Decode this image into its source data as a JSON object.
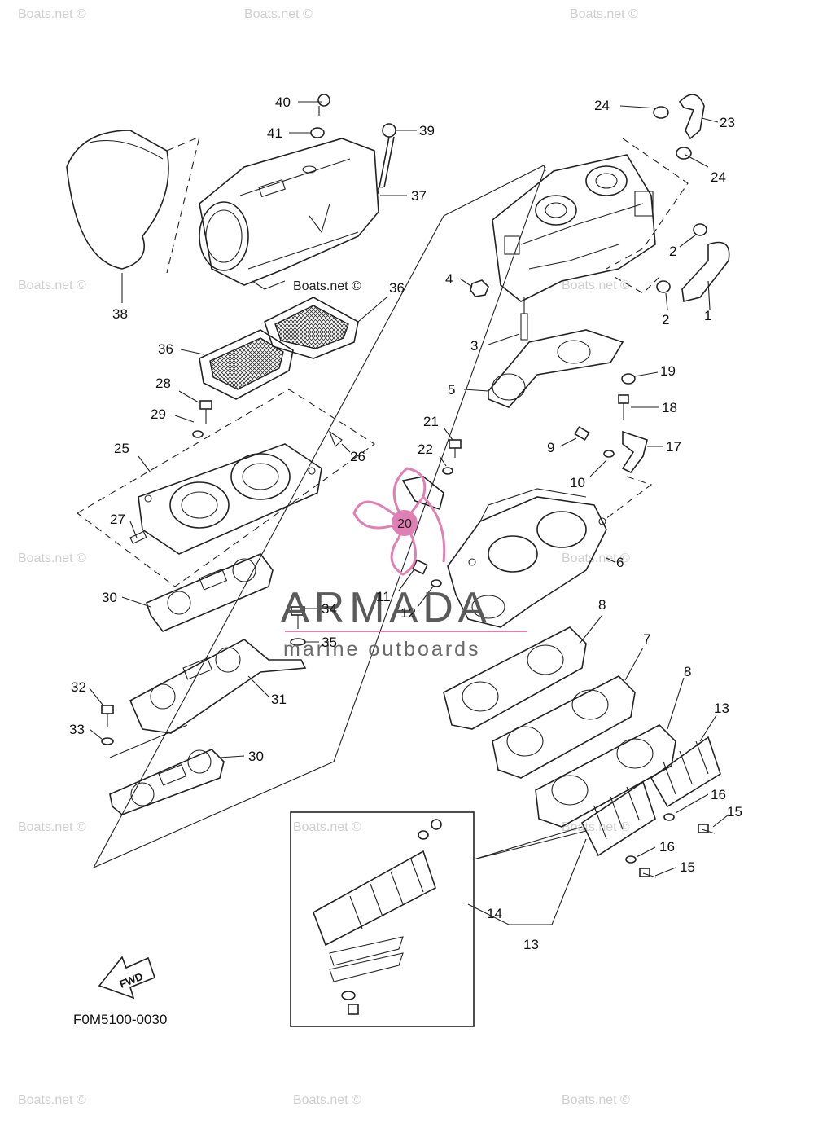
{
  "watermark": "Boats.net ©",
  "brand": {
    "name": "ARMADA",
    "tagline": "marine outboards",
    "badge_number": "20",
    "accent_color": "#e07fb3"
  },
  "diagram_code": "F0M5100-0030",
  "fwd_label": "FWD",
  "part_labels": [
    "1",
    "2",
    "2",
    "3",
    "4",
    "5",
    "6",
    "7",
    "8",
    "8",
    "9",
    "10",
    "11",
    "12",
    "13",
    "13",
    "14",
    "15",
    "15",
    "16",
    "16",
    "17",
    "18",
    "19",
    "21",
    "22",
    "23",
    "24",
    "24",
    "25",
    "26",
    "27",
    "28",
    "29",
    "30",
    "30",
    "31",
    "32",
    "33",
    "34",
    "35",
    "36",
    "36",
    "37",
    "38",
    "39",
    "40",
    "41"
  ]
}
